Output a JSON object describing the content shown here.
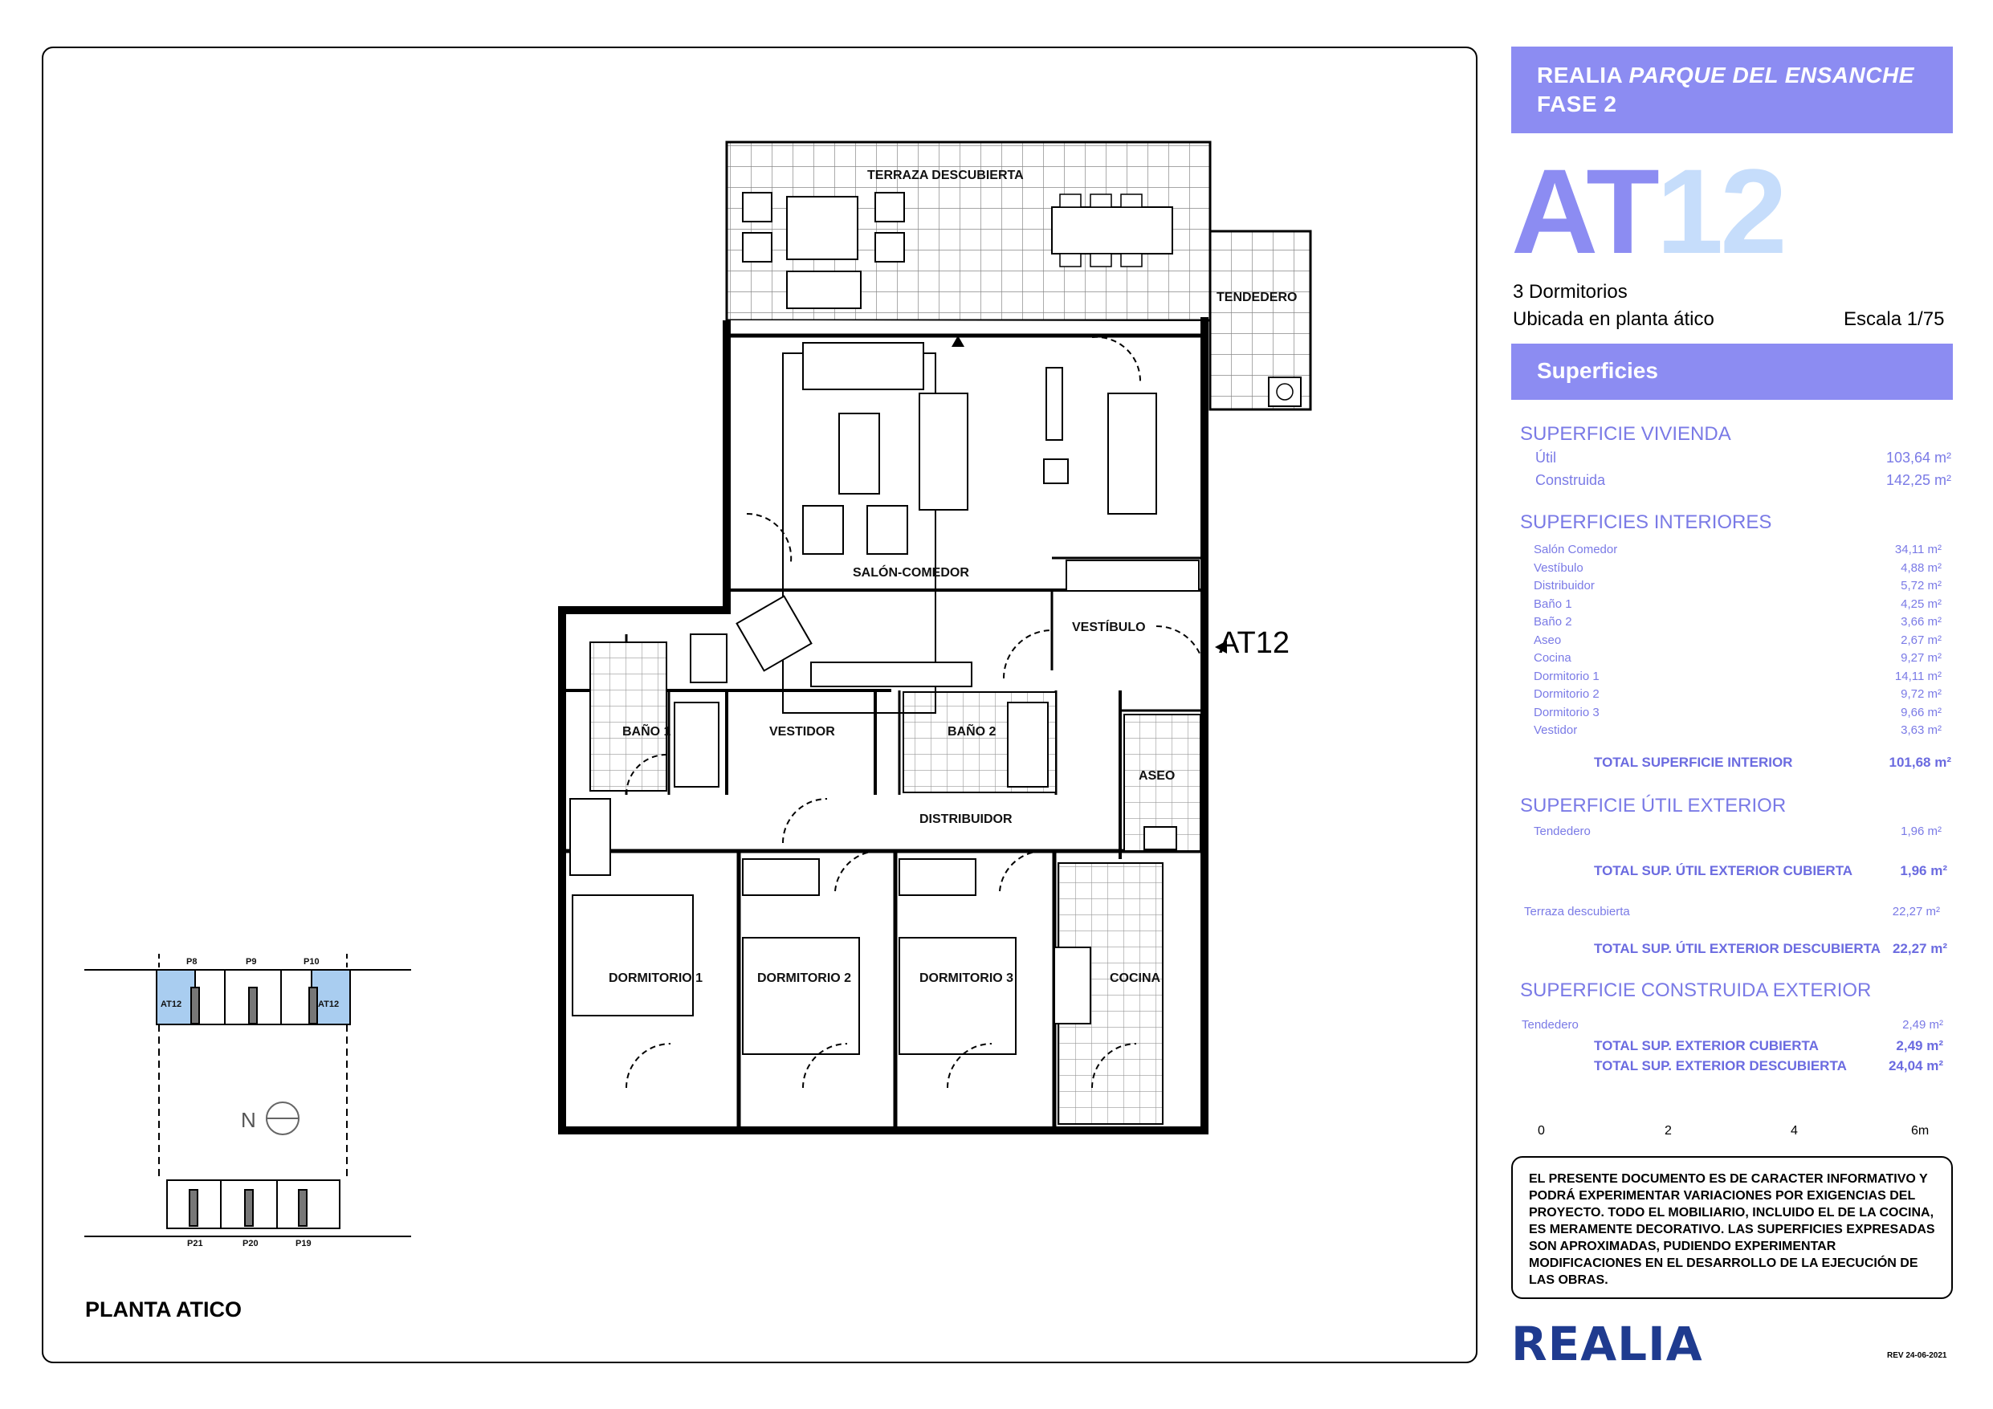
{
  "plan": {
    "rooms": {
      "terraza": "TERRAZA DESCUBIERTA",
      "tendedero": "TENDEDERO",
      "salon": "SALÓN-COMEDOR",
      "vestibulo": "VESTÍBULO",
      "bano1": "BAÑO 1",
      "vestidor": "VESTIDOR",
      "bano2": "BAÑO 2",
      "aseo": "ASEO",
      "distribuidor": "DISTRIBUIDOR",
      "dorm1": "DORMITORIO 1",
      "dorm2": "DORMITORIO 2",
      "dorm3": "DORMITORIO 3",
      "cocina": "COCINA"
    },
    "entry_tag": "AT12",
    "planta_title": "PLANTA ATICO",
    "mini": {
      "top_labels": [
        "P8",
        "P9",
        "P10"
      ],
      "bottom_labels": [
        "P21",
        "P20",
        "P19"
      ],
      "unit_left": "AT12",
      "unit_right": "AT12",
      "north": "N",
      "highlight_color": "#a9cdf0"
    }
  },
  "header": {
    "line1_brand": "REALIA",
    "line1_rest": "PARQUE DEL ENSANCHE",
    "line2": "FASE 2"
  },
  "unit": {
    "code_a": "AT",
    "code_b": "12",
    "bedrooms": "3 Dormitorios",
    "location": "Ubicada en planta ático",
    "scale": "Escala 1/75"
  },
  "superficies_title": "Superficies",
  "vivienda": {
    "title": "SUPERFICIE VIVIENDA",
    "rows": [
      {
        "label": "Útil",
        "value": "103,64 m²"
      },
      {
        "label": "Construida",
        "value": "142,25 m²"
      }
    ]
  },
  "interiores": {
    "title": "SUPERFICIES INTERIORES",
    "rows": [
      {
        "label": "Salón Comedor",
        "value": "34,11 m²"
      },
      {
        "label": "Vestíbulo",
        "value": "4,88 m²"
      },
      {
        "label": "Distribuidor",
        "value": "5,72 m²"
      },
      {
        "label": "Baño 1",
        "value": "4,25 m²"
      },
      {
        "label": "Baño 2",
        "value": "3,66 m²"
      },
      {
        "label": "Aseo",
        "value": "2,67 m²"
      },
      {
        "label": "Cocina",
        "value": "9,27 m²"
      },
      {
        "label": "Dormitorio 1",
        "value": "14,11 m²"
      },
      {
        "label": "Dormitorio 2",
        "value": "9,72 m²"
      },
      {
        "label": "Dormitorio 3",
        "value": "9,66 m²"
      },
      {
        "label": "Vestidor",
        "value": "3,63 m²"
      }
    ],
    "total_label": "TOTAL SUPERFICIE INTERIOR",
    "total_value": "101,68 m²"
  },
  "util_exterior": {
    "title": "SUPERFICIE ÚTIL EXTERIOR",
    "tendedero_label": "Tendedero",
    "tendedero_value": "1,96 m²",
    "total_cubierta_label": "TOTAL SUP. ÚTIL EXTERIOR CUBIERTA",
    "total_cubierta_value": "1,96 m²",
    "terraza_label": "Terraza descubierta",
    "terraza_value": "22,27 m²",
    "total_descubierta_label": "TOTAL SUP. ÚTIL EXTERIOR DESCUBIERTA",
    "total_descubierta_value": "22,27 m²"
  },
  "construida_exterior": {
    "title": "SUPERFICIE CONSTRUIDA EXTERIOR",
    "tendedero_label": "Tendedero",
    "tendedero_value": "2,49  m²",
    "total_cubierta_label": "TOTAL SUP.  EXTERIOR CUBIERTA",
    "total_cubierta_value": "2,49 m²",
    "total_descubierta_label": "TOTAL SUP. EXTERIOR DESCUBIERTA",
    "total_descubierta_value": "24,04 m²"
  },
  "scale_bar": {
    "labels": [
      "0",
      "2",
      "4",
      "6m"
    ]
  },
  "disclaimer": "EL PRESENTE DOCUMENTO ES DE CARACTER INFORMATIVO Y PODRÁ EXPERIMENTAR VARIACIONES POR EXIGENCIAS DEL PROYECTO. TODO EL MOBILIARIO, INCLUIDO EL DE LA COCINA, ES MERAMENTE DECORATIVO. LAS SUPERFICIES EXPRESADAS SON APROXIMADAS, PUDIENDO EXPERIMENTAR MODIFICACIONES EN EL DESARROLLO DE LA EJECUCIÓN DE LAS OBRAS.",
  "logo": "REALIA",
  "revision": "REV 24-06-2021",
  "colors": {
    "accent": "#8c8cf2",
    "accent_light": "#c6ddfb",
    "text_accent": "#7a7ae6",
    "logo": "#1f3b8f"
  }
}
